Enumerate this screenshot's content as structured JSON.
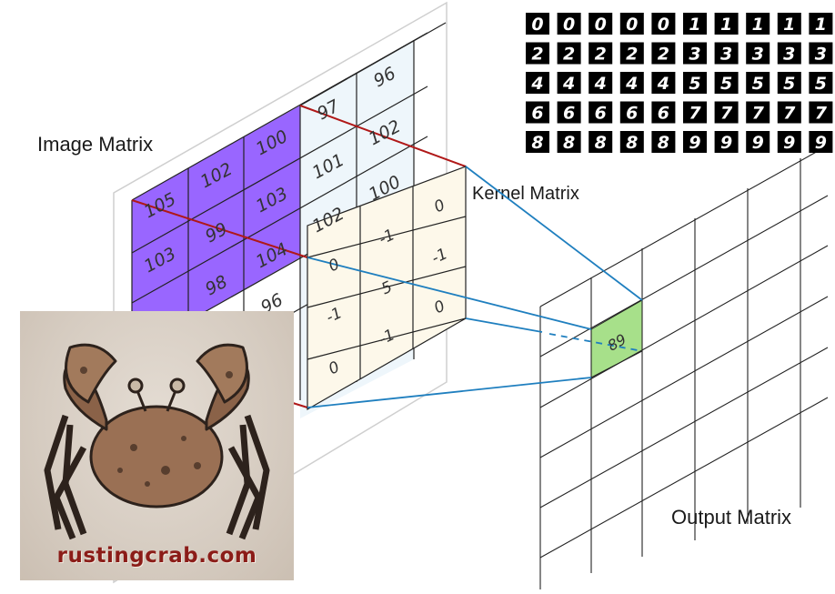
{
  "labels": {
    "image_matrix": "Image Matrix",
    "kernel_matrix": "Kernel Matrix",
    "output_matrix": "Output Matrix"
  },
  "image_matrix": {
    "rows": [
      [
        "",
        "",
        "",
        "97",
        "96"
      ],
      [
        "",
        "102",
        "100",
        "101",
        "102"
      ],
      [
        "105",
        "99",
        "103",
        "102",
        "100"
      ],
      [
        "103",
        "98",
        "104",
        "",
        ""
      ],
      [
        "",
        "",
        "96",
        "",
        ""
      ]
    ]
  },
  "kernel_matrix": {
    "rows": [
      [
        "",
        "",
        "0"
      ],
      [
        "0",
        "-1",
        "-1"
      ],
      [
        "-1",
        "5",
        "0"
      ],
      [
        "0",
        "-1",
        ""
      ]
    ]
  },
  "output_matrix": {
    "highlight_value": "89"
  },
  "mnist_digits": [
    [
      "0",
      "0",
      "0",
      "0",
      "0",
      "1",
      "1",
      "1",
      "1",
      "1"
    ],
    [
      "2",
      "2",
      "2",
      "2",
      "2",
      "3",
      "3",
      "3",
      "3",
      "3"
    ],
    [
      "4",
      "4",
      "4",
      "4",
      "4",
      "5",
      "5",
      "5",
      "5",
      "5"
    ],
    [
      "6",
      "6",
      "6",
      "6",
      "6",
      "7",
      "7",
      "7",
      "7",
      "7"
    ],
    [
      "8",
      "8",
      "8",
      "8",
      "8",
      "9",
      "9",
      "9",
      "9",
      "9"
    ]
  ],
  "logo": {
    "text": "rustingcrab.com"
  },
  "colors": {
    "highlight_purple": "#9966ff",
    "light_blue_cell": "#eef6fb",
    "kernel_fill": "#fdf8ea",
    "output_green": "#a7e08a",
    "red_line": "#b01818",
    "blue_line": "#1f7fbf"
  }
}
